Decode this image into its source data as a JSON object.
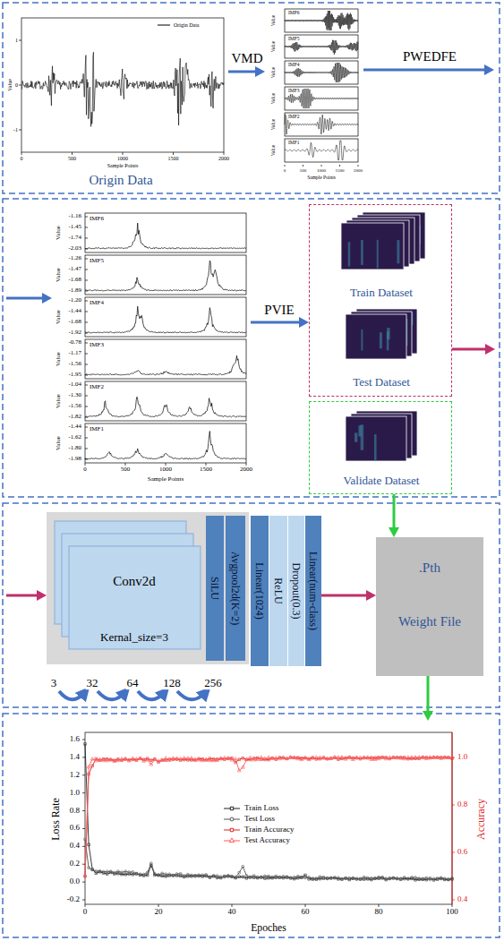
{
  "diagram": {
    "nodes": [
      {
        "text": [
          "Origin Data"
        ]
      },
      {
        "text": [
          "IMF6",
          "IMF5",
          "IMF4",
          "IMF3",
          "IMF2",
          "IMF1"
        ]
      },
      {
        "text": [
          "IMF6",
          "IMF5",
          "IMF4",
          "IMF3",
          "IMF2",
          "IMF1"
        ]
      },
      {
        "text": [
          "Train Dataset",
          "Test Dataset"
        ]
      },
      {
        "text": [
          "Validate Dataset"
        ]
      },
      {
        "text": [
          "Conv2d",
          "Kernal_size=3"
        ]
      },
      {
        "text": [
          "SiLU"
        ],
        "in": 5
      },
      {
        "text": [
          "Avgpool2d(K=2)"
        ],
        "in": 5
      },
      {
        "text": [
          "Linear(1024)"
        ]
      },
      {
        "text": [
          "ReLU"
        ]
      },
      {
        "text": [
          "Dropout(0.3)"
        ]
      },
      {
        "text": [
          "Linear(num-class)"
        ]
      },
      {
        "text": [
          ".Pth",
          "Weight File"
        ]
      },
      {
        "text": [
          "Loss Rate",
          "Accuracy",
          "Epoches"
        ]
      }
    ],
    "edges": [
      {
        "from": 0,
        "to": 1,
        "label": "VMD",
        "arrow": "to"
      },
      {
        "from": 1,
        "to": 2,
        "label": "PWEDFE",
        "arrow": "to"
      },
      {
        "from": 2,
        "to": 3,
        "label": "PVIE",
        "arrow": "to"
      },
      {
        "from": 3,
        "to": 5,
        "arrow": "to"
      },
      {
        "from": 4,
        "to": 12,
        "arrow": "to"
      },
      {
        "from": 11,
        "to": 12,
        "arrow": "to"
      },
      {
        "from": 12,
        "to": 13,
        "arrow": "to"
      }
    ],
    "labels": [
      "1",
      "0",
      "-1",
      "0",
      "500",
      "1000",
      "1500",
      "2000",
      "Value",
      "Sample Points",
      "Value",
      "Value",
      "Value",
      "Value",
      "Value",
      "Value",
      "0",
      "500",
      "1000",
      "1500",
      "2000",
      "Sample Points",
      "-1.16",
      "-1.45",
      "-1.74",
      "-2.03",
      "-1.26",
      "-1.47",
      "-1.68",
      "-1.89",
      "-1.20",
      "-1.44",
      "-1.68",
      "-1.92",
      "-0.78",
      "-1.17",
      "-1.56",
      "-1.95",
      "-1.04",
      "-1.30",
      "-1.56",
      "-1.82",
      "-1.44",
      "-1.62",
      "-1.80",
      "-1.98",
      "Value",
      "Value",
      "Value",
      "Value",
      "Value",
      "Value",
      "0",
      "500",
      "1000",
      "1500",
      "2000",
      "Sample Points",
      "3",
      "32",
      "64",
      "128",
      "256",
      "1.6",
      "1.4",
      "1.2",
      "1.0",
      "0.8",
      "0.6",
      "0.4",
      "0.2",
      "0.0",
      "-0.2",
      "1.0",
      "0.8",
      "0.6",
      "0.4",
      "0",
      "20",
      "40",
      "60",
      "80",
      "100"
    ],
    "legend": [
      {
        "text": "Origin Data"
      },
      {
        "text": "Train Loss"
      },
      {
        "text": "Test Loss"
      },
      {
        "text": "Train Accuracy"
      },
      {
        "text": "Test Accuracy"
      }
    ]
  }
}
